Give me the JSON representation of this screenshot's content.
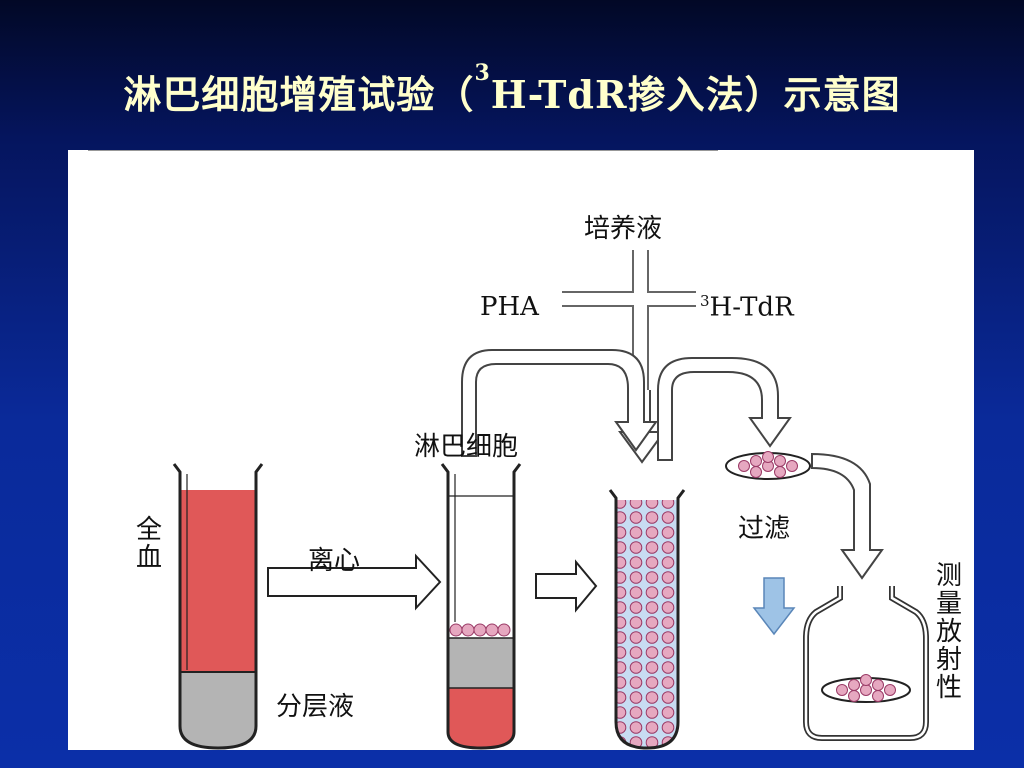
{
  "title": {
    "prefix": "淋巴细胞增殖试验（",
    "superscript": "3",
    "suffix": "H-TdR掺入法）示意图"
  },
  "labels": {
    "culture_medium": "培养液",
    "pha": "PHA",
    "htdr_sup": "3",
    "htdr": "H-TdR",
    "lymphocytes": "淋巴细胞",
    "whole_blood": "全血",
    "centrifuge": "离心",
    "separation_medium": "分层液",
    "filtration": "过滤",
    "measure_radioactivity": "测量放射性"
  },
  "colors": {
    "background": "#0a2a9a",
    "title_text": "#ffffcc",
    "blood_red": "#e05858",
    "separation_gray": "#b4b4b4",
    "cell_pink": "#e6a8c0",
    "medium_blue": "#c8dcf2",
    "filter_arrow_blue": "#9ec3e6"
  }
}
